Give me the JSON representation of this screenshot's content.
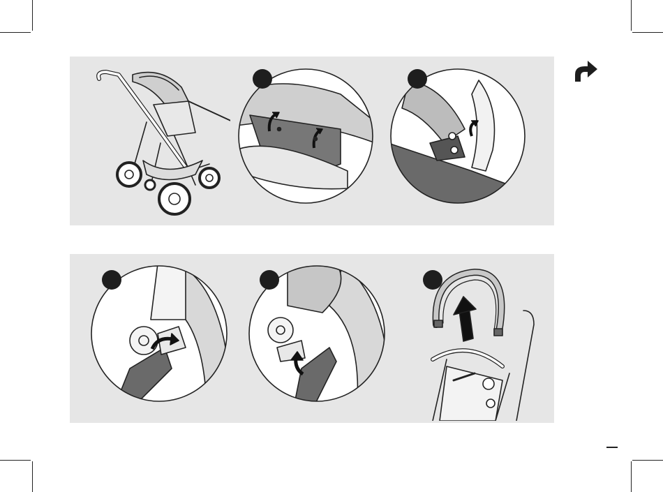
{
  "document": {
    "type": "assembly-instruction-page",
    "rows": [
      {
        "id": "row-1",
        "figures": [
          {
            "name": "stroller-overview",
            "badge": false
          },
          {
            "name": "detail-canopy-clips",
            "badge": true
          },
          {
            "name": "detail-canopy-hinge",
            "badge": true
          }
        ]
      },
      {
        "id": "row-2",
        "figures": [
          {
            "name": "detail-hinge-push",
            "badge": true
          },
          {
            "name": "detail-hinge-release",
            "badge": true
          },
          {
            "name": "canopy-lift-off",
            "badge": true
          }
        ]
      }
    ],
    "icons": [
      "continue-arrow-icon"
    ],
    "colors": {
      "panel_background": "#e6e6e6",
      "badge": "#1e1e1e",
      "line": "#222222",
      "dark_fill": "#6a6a6a",
      "mid_fill": "#a8a8a8",
      "light_fill": "#d8d8d8"
    }
  }
}
